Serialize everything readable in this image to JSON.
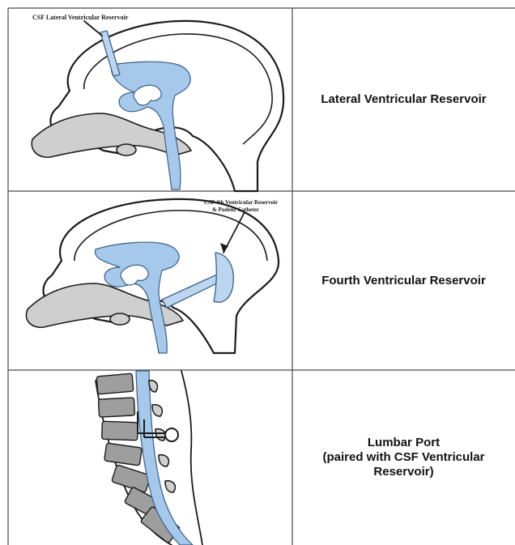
{
  "rows": [
    {
      "label": "Lateral Ventricular Reservoir",
      "callout": "CSF Lateral Ventricular Reservoir"
    },
    {
      "label": "Fourth Ventricular Reservoir",
      "callout": "CSF 4th Ventricular Reservoir\n& Pudenz Catheter"
    },
    {
      "label": "Lumbar Port\n(paired with CSF Ventricular\nReservoir)"
    }
  ],
  "colors": {
    "csf": "#a6c8ea",
    "bone": "#cfcfcf",
    "grid": "#4a4a4a"
  }
}
